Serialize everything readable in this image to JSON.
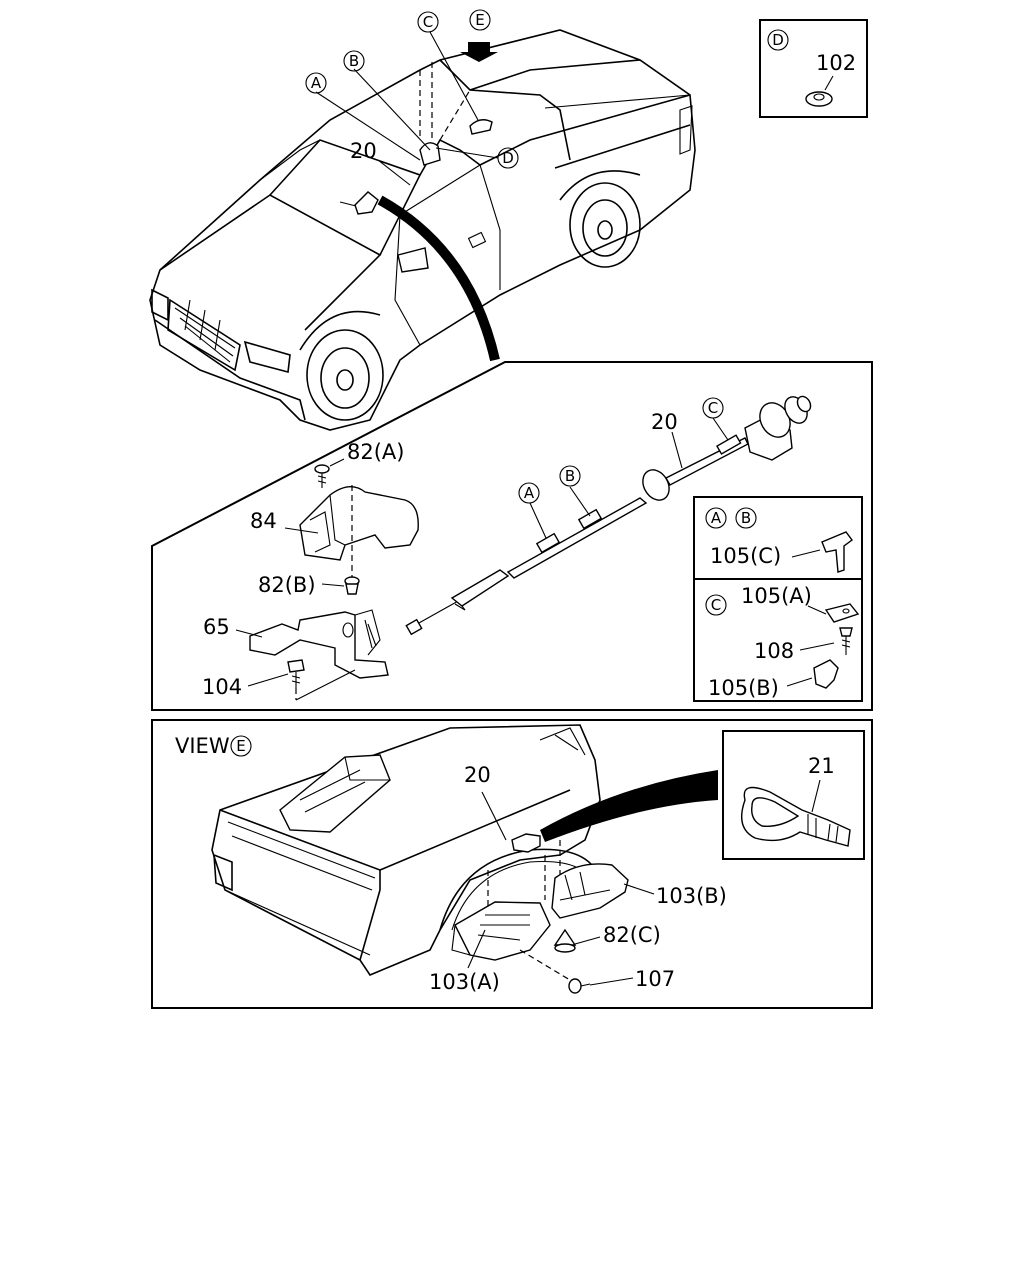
{
  "callouts": {
    "truck": {
      "a": "A",
      "b": "B",
      "c": "C",
      "e": "E",
      "d": "D",
      "cable": "20"
    },
    "inset_d": {
      "letter": "D",
      "part": "102"
    },
    "detail": {
      "bolt_a": "82(A)",
      "cover": "84",
      "bolt_b": "82(B)",
      "bracket": "65",
      "bolt": "104",
      "cable": "20",
      "c": "C",
      "b": "B",
      "a": "A"
    },
    "clip_box": {
      "ab_letter_a": "A",
      "ab_letter_b": "B",
      "ab_part": "105(C)",
      "c_letter": "C",
      "c_part_a": "105(A)",
      "c_bolt": "108",
      "c_part_b": "105(B)"
    },
    "view": {
      "title": "VIEW",
      "letter": "E",
      "cable": "20",
      "tie": "21",
      "guard_b": "103(B)",
      "clip_c": "82(C)",
      "screw": "107",
      "guard_a": "103(A)"
    }
  }
}
